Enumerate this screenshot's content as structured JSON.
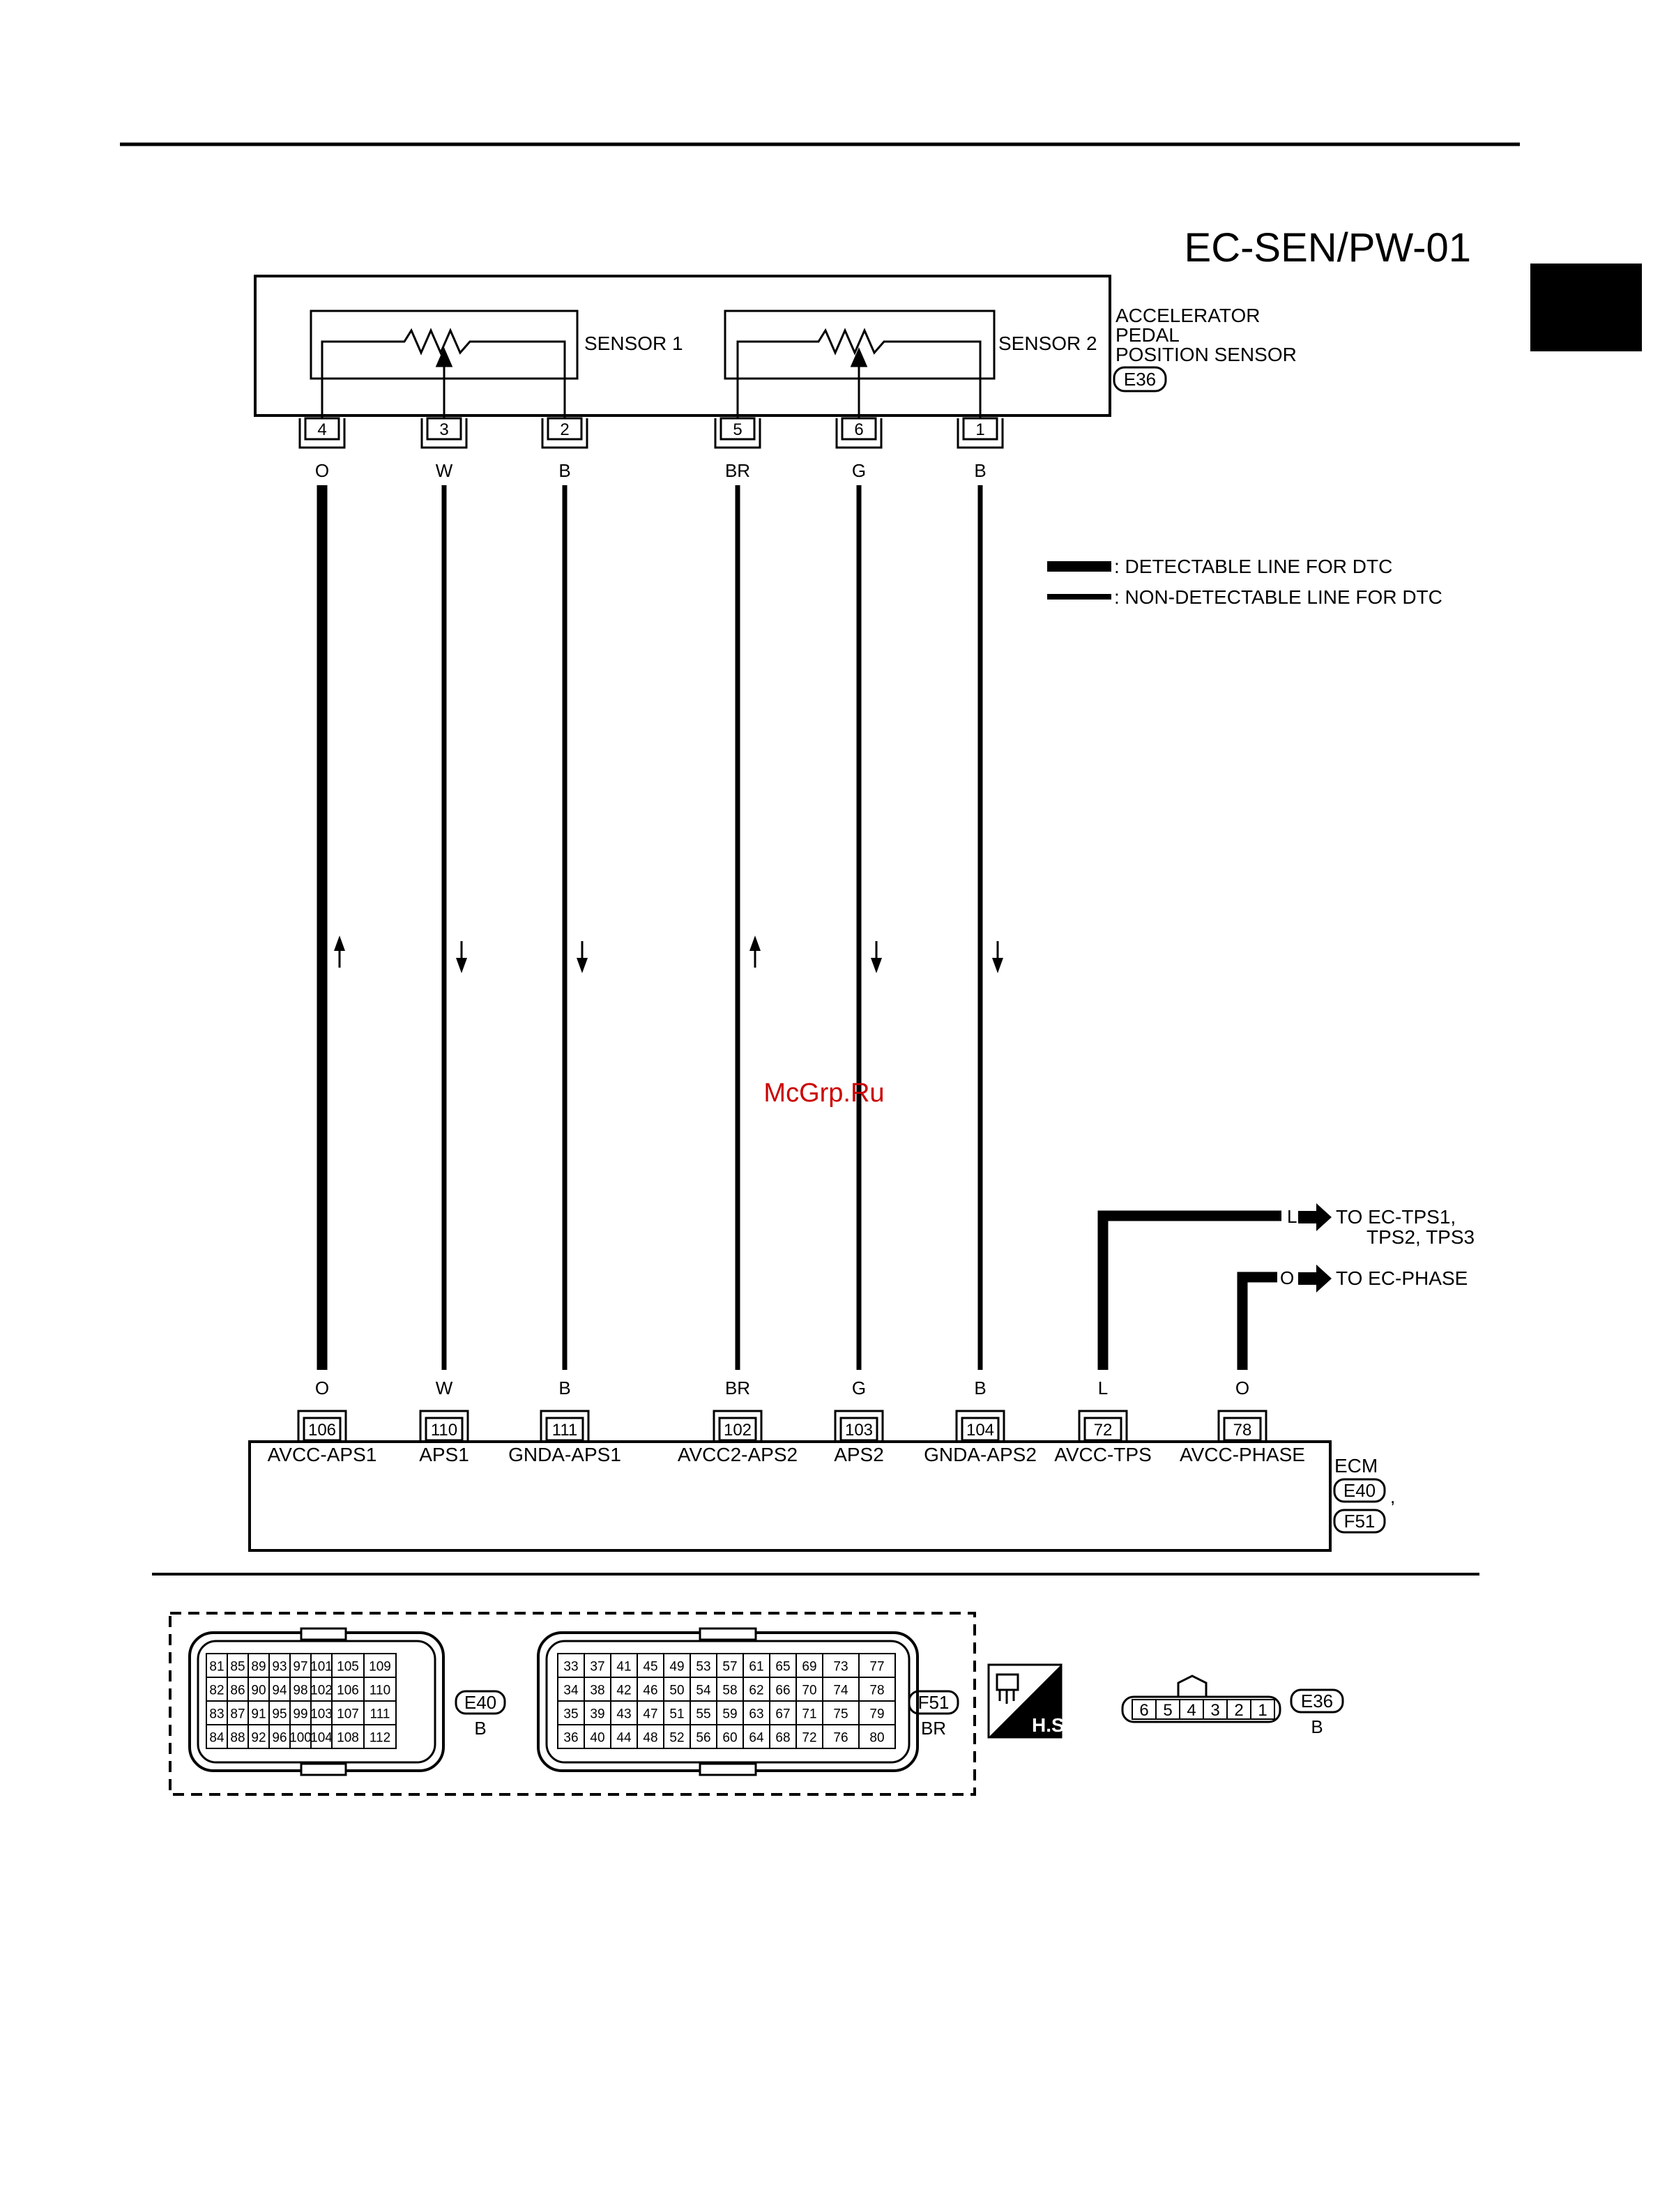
{
  "title": "EC-SEN/PW-01",
  "watermark": "McGrp.Ru",
  "sensor_block": {
    "label_lines": [
      "ACCELERATOR",
      "PEDAL",
      "POSITION SENSOR"
    ],
    "connector": "E36",
    "sensor1_label": "SENSOR 1",
    "sensor2_label": "SENSOR 2"
  },
  "legend": {
    "detectable": ": DETECTABLE LINE FOR DTC",
    "non_detectable": ": NON-DETECTABLE LINE FOR DTC"
  },
  "wires": [
    {
      "sensor_pin": "4",
      "color": "O",
      "ecm_pin": "106",
      "ecm_label": "AVCC-APS1",
      "detectable": true,
      "direction": "up"
    },
    {
      "sensor_pin": "3",
      "color": "W",
      "ecm_pin": "110",
      "ecm_label": "APS1",
      "detectable": false,
      "direction": "down"
    },
    {
      "sensor_pin": "2",
      "color": "B",
      "ecm_pin": "111",
      "ecm_label": "GNDA-APS1",
      "detectable": false,
      "direction": "down"
    },
    {
      "sensor_pin": "5",
      "color": "BR",
      "ecm_pin": "102",
      "ecm_label": "AVCC2-APS2",
      "detectable": false,
      "direction": "up"
    },
    {
      "sensor_pin": "6",
      "color": "G",
      "ecm_pin": "103",
      "ecm_label": "APS2",
      "detectable": false,
      "direction": "down"
    },
    {
      "sensor_pin": "1",
      "color": "B",
      "ecm_pin": "104",
      "ecm_label": "GNDA-APS2",
      "detectable": false,
      "direction": "down"
    }
  ],
  "branches": [
    {
      "color": "L",
      "ecm_pin": "72",
      "ecm_label": "AVCC-TPS",
      "to_lines": [
        "TO EC-TPS1,",
        "TPS2, TPS3"
      ],
      "detectable": true
    },
    {
      "color": "O",
      "ecm_pin": "78",
      "ecm_label": "AVCC-PHASE",
      "to_lines": [
        "TO EC-PHASE"
      ],
      "detectable": true
    }
  ],
  "ecm": {
    "label": "ECM",
    "connectors": [
      "E40",
      "F51"
    ],
    "separator": ","
  },
  "connector_views": {
    "e40": {
      "name": "E40",
      "color": "B",
      "rows": [
        [
          "81",
          "85",
          "89",
          "93",
          "97",
          "101",
          "105",
          "109"
        ],
        [
          "82",
          "86",
          "90",
          "94",
          "98",
          "102",
          "106",
          "110"
        ],
        [
          "83",
          "87",
          "91",
          "95",
          "99",
          "103",
          "107",
          "111"
        ],
        [
          "84",
          "88",
          "92",
          "96",
          "100",
          "104",
          "108",
          "112"
        ]
      ]
    },
    "f51": {
      "name": "F51",
      "color": "BR",
      "rows": [
        [
          "33",
          "37",
          "41",
          "45",
          "49",
          "53",
          "57",
          "61",
          "65",
          "69",
          "73",
          "77"
        ],
        [
          "34",
          "38",
          "42",
          "46",
          "50",
          "54",
          "58",
          "62",
          "66",
          "70",
          "74",
          "78"
        ],
        [
          "35",
          "39",
          "43",
          "47",
          "51",
          "55",
          "59",
          "63",
          "67",
          "71",
          "75",
          "79"
        ],
        [
          "36",
          "40",
          "44",
          "48",
          "52",
          "56",
          "60",
          "64",
          "68",
          "72",
          "76",
          "80"
        ]
      ]
    },
    "hs_label": "H.S.",
    "e36": {
      "name": "E36",
      "color": "B",
      "pins": [
        "6",
        "5",
        "4",
        "3",
        "2",
        "1"
      ]
    }
  }
}
